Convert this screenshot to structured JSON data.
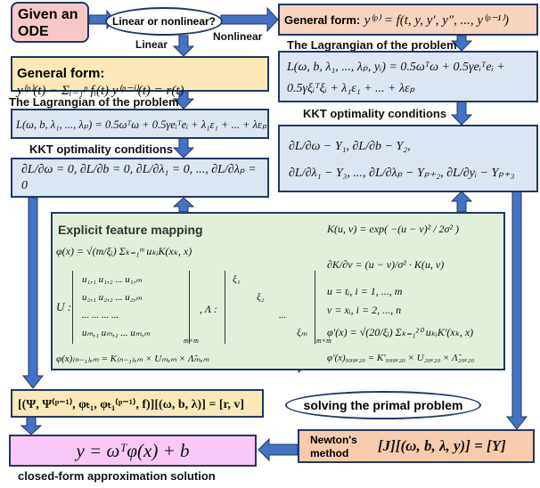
{
  "start": {
    "label": "Given an ODE"
  },
  "decision": {
    "label": "Linear or nonlinear?",
    "linear": "Linear",
    "nonlinear": "Nonlinear"
  },
  "linear": {
    "general_label": "General form:",
    "general_formula": "y⁽ᵖ⁾(t) − Σᵢ₌₁ᵖ fᵢ(t) y⁽ᵖ⁻ⁱ⁾(t) = r(t)",
    "lagrangian_title": "The Lagrangian of the problem",
    "lagrangian": "L(ω, b, λ₁, ..., λₚ) = 0.5ωᵀω + 0.5γeᵢᵀeᵢ + λ₁ε₁ + ... + λεₚ",
    "kkt_title": "KKT optimality conditions",
    "kkt": "∂L/∂ω = 0, ∂L/∂b = 0, ∂L/∂λ₁ = 0, ..., ∂L/∂λₚ = 0"
  },
  "nonlinear": {
    "general_label": "General form:",
    "general_formula": "y⁽ᵖ⁾ = f(t, y, y′, y″, ..., y⁽ᵖ⁻¹⁾)",
    "lagrangian_title": "The Lagrangian of the problem",
    "lagrangian_line1": "L(ω, b, λ₁, ..., λₚ, yᵢ) = 0.5ωᵀω + 0.5γeᵢᵀeᵢ +",
    "lagrangian_line2": "0.5γξᵢᵀξᵢ + λ₁ε₁ + ... + λεₚ",
    "kkt_title": "KKT optimality conditions",
    "kkt_line1": "∂L/∂ω − Y₁, ∂L/∂b − Y₂,",
    "kkt_line2": "∂L/∂λ₁ − Y₃, ..., ∂L/∂λₚ − Yₚ₊₂, ∂L/∂yᵢ − Yₚ₊₃"
  },
  "feature": {
    "title": "Explicit feature mapping",
    "phi": "φ(x) = √(m/ξᵢ) Σₖ₌₁ᵐ uₖᵢK(xₖ, x)",
    "U_label": "U :",
    "U_rows": [
      "u₁,₁   u₁,₂   ...   u₁,ₘ",
      "u₂,₁   u₂,₂   ...   u₂,ₘ",
      "...     ...     ...    ...",
      "uₘ,₁   uₘ,₂   ...   uₘ,ₘ"
    ],
    "U_sub": "m×m",
    "Lambda_label": ", Λ :",
    "Lambda_rows": [
      "ξ₁",
      "ξ₂",
      "...",
      "ξₘ"
    ],
    "Lambda_sub": "m×m",
    "phi_matrix": "φ(x)₍ₙ₋₁₎ₓₘ = K₍ₙ₋₁₎ₓₘ × Uₘₓₘ × Λ̃ₘₓₘ",
    "kernel": "K(u, v) = exp( −(u − v)² / 2σ² )",
    "dkernel": "∂K/∂v = (u − v)/σ² · K(u, v)",
    "u_def": "u = tᵢ, i = 1, ..., m",
    "v_def": "v = xᵢ, i = 2, ..., n",
    "phi_prime": "φ′(x) = √(20/ξᵢ) Σₖ₌₁²⁰ uₖᵢK′(xₖ, x)",
    "phi_prime_matrix": "φ′(x)₉₉₉ₓ₂₀ = K′₉₉₉ₓ₂₀ × U₂₀ₓ₂₀ × Λ̃₂₀ₓ₂₀"
  },
  "linear_system": "[(Ψ, Ψ⁽ᵖ⁻¹⁾, φₜ₁, φₜ₁⁽ᵖ⁻¹⁾, f)][(ω, b, λ)] = [r, v]",
  "primal": "solving the primal problem",
  "newton": {
    "label": "Newton's method",
    "formula": "[J][(ω, b, λ, y)] = [Y]"
  },
  "solution": {
    "formula": "y = ωᵀφ(x) + b",
    "caption": "closed-form approximation solution"
  },
  "colors": {
    "arrow": "#4472c4",
    "border": "#1f3864",
    "pink": "#f8c8c8",
    "yellow": "#fde9b8",
    "blue": "#dce6f2",
    "green": "#e2efda",
    "peach": "#f8cbad",
    "magenta": "#f9c8f6"
  }
}
